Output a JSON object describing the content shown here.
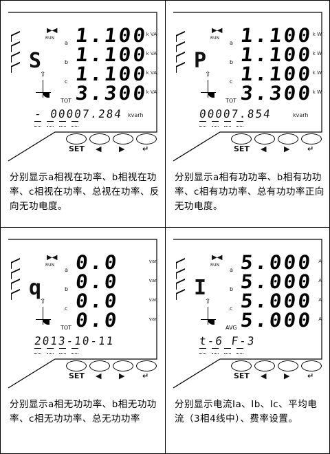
{
  "panels": [
    {
      "mode_letter": "S",
      "rows": [
        "1.100",
        "1.100",
        "1.100",
        "3.300"
      ],
      "row_units": [
        "k VA",
        "k VA",
        "k VA",
        "k VA"
      ],
      "phase_labels": [
        "a",
        "b",
        "c",
        "TOT"
      ],
      "bottom_line": "- 00007.284",
      "bottom_unit": "kvarh",
      "indicator_label": "RUN",
      "description": "分别显示a相视在功率、b相视在功率、c相视在功率、总视在功率、反向无功电度。"
    },
    {
      "mode_letter": "P",
      "rows": [
        "1.100",
        "1.100",
        "1.100",
        "3.300"
      ],
      "row_units": [
        "k W",
        "k W",
        "k W",
        "k W"
      ],
      "phase_labels": [
        "a",
        "b",
        "c",
        "TOT"
      ],
      "bottom_line": "00007.854",
      "bottom_unit": "kvarh",
      "indicator_label": "RUN",
      "description": "分别显示a相有功功率、b相有功功率、c相有功功率、总有功功率正向无功电度。"
    },
    {
      "mode_letter": "q",
      "rows": [
        "0.0",
        "0.0",
        "0.0",
        "0.0"
      ],
      "row_units": [
        "var",
        "var",
        "var",
        "var"
      ],
      "phase_labels": [
        "a",
        "b",
        "c",
        "TOT"
      ],
      "bottom_line": "2013-10-11",
      "bottom_unit": "",
      "indicator_label": "RUN",
      "description": "分别显示a相无功功率、b相无功功率、c相无功功率、总无功功率"
    },
    {
      "mode_letter": "I",
      "rows": [
        "5.000",
        "5.000",
        "5.000",
        "5.000"
      ],
      "row_units": [
        "A",
        "A",
        "A",
        "A"
      ],
      "phase_labels": [
        "a",
        "b",
        "c",
        "AVG"
      ],
      "bottom_line": "t-6 F-3",
      "bottom_unit": "",
      "indicator_label": "RUN",
      "description": "分别显示电流Ia、Ib、Ic、平均电流（3相4线中）、费率设置。"
    }
  ],
  "buttons": {
    "set_label": "SET",
    "left_symbol": "◀",
    "right_symbol": "▶",
    "enter_symbol": "↵"
  },
  "icons": {
    "arrow_up": "arrow-up-icon",
    "quadrant": "quadrant-icon",
    "sidebar_bars": "tariff-bars-icon"
  }
}
